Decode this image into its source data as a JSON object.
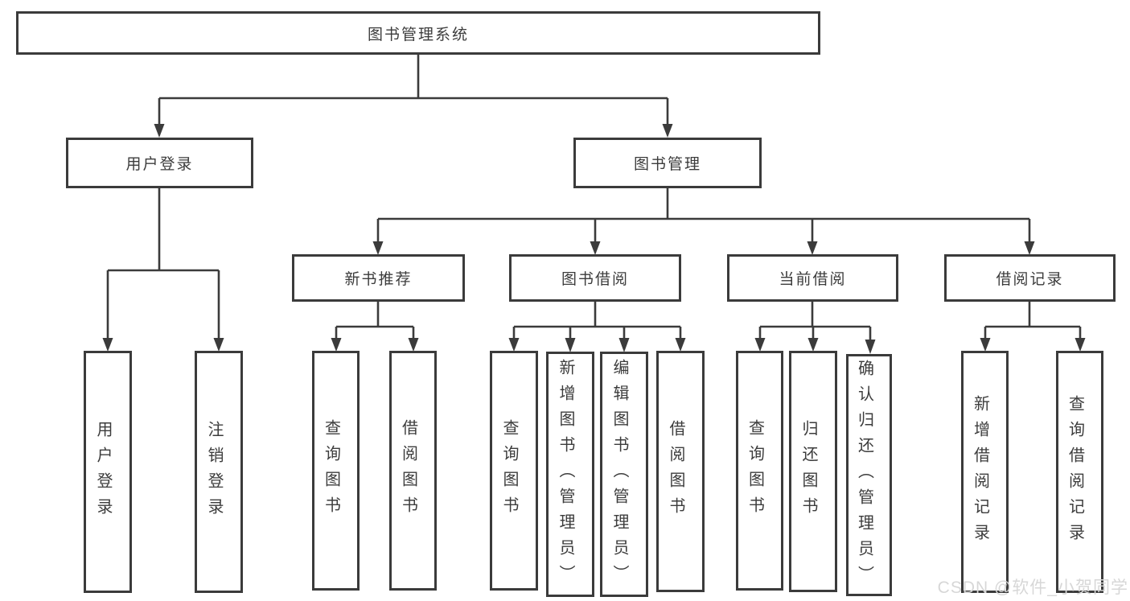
{
  "colors": {
    "line": "#3b3b3b",
    "text": "#3c3c3c",
    "box_background": "#ffffff",
    "watermark": "#d7d7d7"
  },
  "tree": {
    "root": {
      "label": "图书管理系统"
    },
    "branches": [
      {
        "label": "用户登录",
        "children": [
          {
            "label": "用户登录"
          },
          {
            "label": "注销登录"
          }
        ]
      },
      {
        "label": "图书管理",
        "children": [
          {
            "label": "新书推荐",
            "children": [
              {
                "label": "查询图书"
              },
              {
                "label": "借阅图书"
              }
            ]
          },
          {
            "label": "图书借阅",
            "children": [
              {
                "label": "查询图书"
              },
              {
                "label": "新增图书（管理员）"
              },
              {
                "label": "编辑图书（管理员）"
              },
              {
                "label": "借阅图书"
              }
            ]
          },
          {
            "label": "当前借阅",
            "children": [
              {
                "label": "查询图书"
              },
              {
                "label": "归还图书"
              },
              {
                "label": "确认归还（管理员）"
              }
            ]
          },
          {
            "label": "借阅记录",
            "children": [
              {
                "label": "新增借阅记录"
              },
              {
                "label": "查询借阅记录"
              }
            ]
          }
        ]
      }
    ]
  },
  "watermark": {
    "text": "CSDN @软件_小贺同学"
  }
}
